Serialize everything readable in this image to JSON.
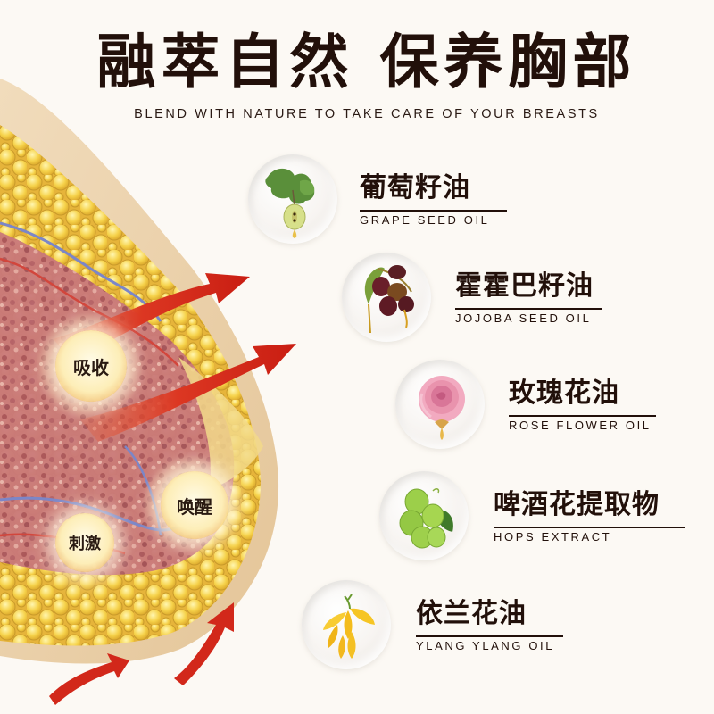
{
  "header": {
    "title": "融萃自然 保养胸部",
    "subtitle": "BLEND WITH NATURE TO TAKE CARE OF YOUR BREASTS"
  },
  "illustration": {
    "description": "breast-cross-section-anatomy",
    "labels": {
      "absorb": "吸收",
      "awaken": "唤醒",
      "stimulate": "刺激"
    },
    "colors": {
      "arrow": "#d42a1c",
      "fat": "#f3c93a",
      "tissue": "#b8646a",
      "skin": "#ecd5b0"
    }
  },
  "ingredients": [
    {
      "cn": "葡萄籽油",
      "en": "GRAPE SEED OIL",
      "icon": "grape-leaf-icon"
    },
    {
      "cn": "霍霍巴籽油",
      "en": "JOJOBA SEED OIL",
      "icon": "jojoba-berries-icon"
    },
    {
      "cn": "玫瑰花油",
      "en": "ROSE FLOWER OIL",
      "icon": "rose-icon"
    },
    {
      "cn": "啤酒花提取物",
      "en": "HOPS EXTRACT",
      "icon": "hops-icon"
    },
    {
      "cn": "依兰花油",
      "en": "YLANG YLANG OIL",
      "icon": "ylang-flower-icon"
    }
  ],
  "colors": {
    "background": "#fcf9f4",
    "text": "#22100a"
  }
}
